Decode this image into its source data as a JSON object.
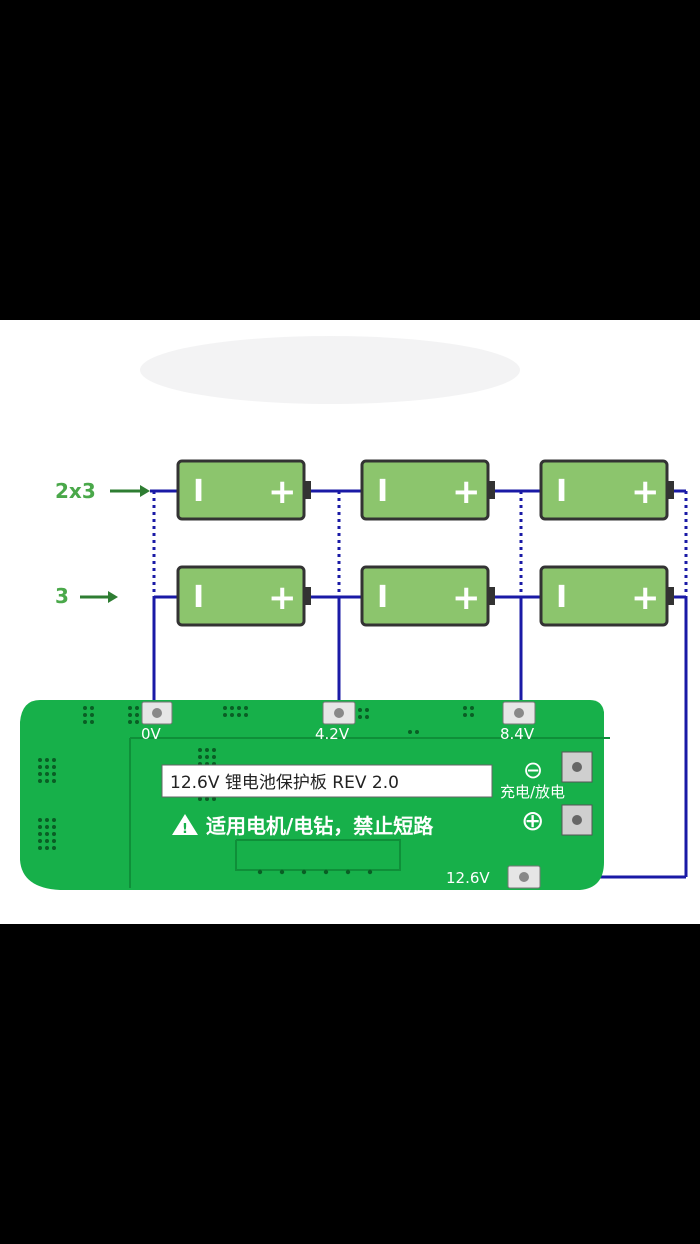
{
  "colors": {
    "background": "#000000",
    "panel": "#ffffff",
    "wire": "#1a1aa6",
    "battery_fill": "#8cc56d",
    "battery_border": "#333333",
    "pcb": "#17b04a",
    "pcb_dark": "#0f8f39",
    "series_label": "#4aa84a",
    "arrow": "#2e7d32"
  },
  "diagram": {
    "series_labels": [
      {
        "text": "2x3"
      },
      {
        "text": "3"
      }
    ],
    "battery": {
      "minus_symbol": "I",
      "plus_symbol": "+"
    },
    "rows": 2,
    "cells_per_row": 3,
    "pcb": {
      "pads": [
        {
          "label": "0V"
        },
        {
          "label": "4.2V"
        },
        {
          "label": "8.4V"
        },
        {
          "label": "12.6V"
        }
      ],
      "title": "12.6V 锂电池保护板 REV 2.0",
      "warning": "适用电机/电钻，禁止短路",
      "terminal_label": "充电/放电",
      "minus_terminal": "⊖",
      "plus_terminal": "⊕"
    }
  }
}
